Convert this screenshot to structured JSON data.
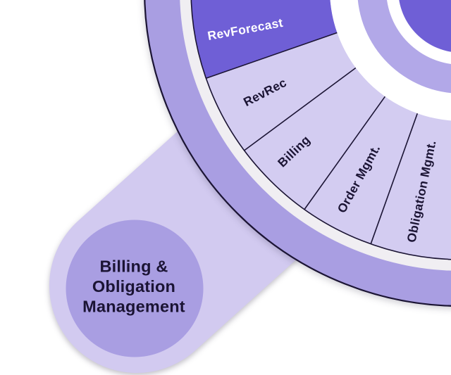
{
  "diagram": {
    "type": "radial-product-wheel",
    "colors": {
      "background": "#ffffff",
      "wheel_outer_band": "#a99ee2",
      "wheel_gap_ring": "#f0eef2",
      "segment_ring": "#d3ccf1",
      "highlighted_segment": "#6f5fd6",
      "inner_mid_ring": "#b2a8e8",
      "inner_gap_ring": "#ffffff",
      "hub": "#6f5fd6",
      "connector_band": "#d2caf0",
      "callout_circle": "#a99ee2",
      "outline_dark": "#1b1434",
      "label_dark": "#1b1434",
      "label_light": "#ffffff"
    },
    "wheel": {
      "segments": [
        {
          "label": "RevForecast",
          "highlighted": true
        },
        {
          "label": "RevRec",
          "highlighted": false
        },
        {
          "label": "Billing",
          "highlighted": false
        },
        {
          "label": "Order Mgmt.",
          "highlighted": false
        },
        {
          "label": "Obligation Mgmt.",
          "highlighted": false
        }
      ]
    },
    "callout": {
      "lines": [
        "Billing &",
        "Obligation",
        "Management"
      ]
    }
  }
}
